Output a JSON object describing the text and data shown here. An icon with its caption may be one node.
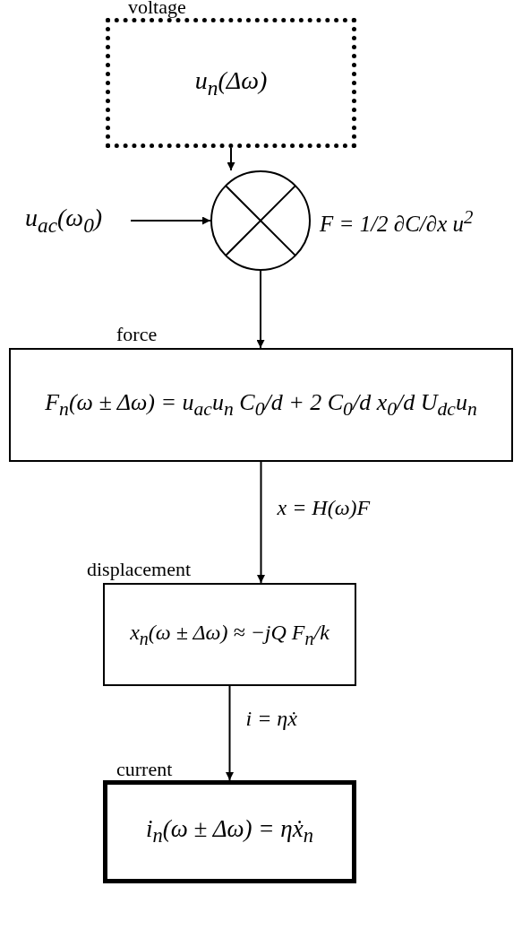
{
  "diagram": {
    "nodes": [
      {
        "text": [
          "voltage",
          "u$_{n}$(Δω)"
        ]
      },
      {
        "text": [],
        "shape": "circle",
        "beside": [
          "F = 1/2 ∂C/∂x u$^{2}$"
        ]
      },
      {
        "text": [
          "u$_{ac}$(ω$_{0}$)"
        ]
      },
      {
        "text": [
          "force",
          "F$_{n}$(ω ± Δω) = u$_{ac}$u$_{n}$ C$_{0}$/d + 2 C$_{0}$/d x$_{0}$/d U$_{dc}$u$_{n}$"
        ]
      },
      {
        "text": [
          "displacement",
          "x$_{n}$(ω ± Δω) ≈ −jQ F$_{n}$/k"
        ]
      },
      {
        "text": [
          "current",
          "i$_{n}$(ω ± Δω) = ηẋ$_{n}$"
        ]
      }
    ],
    "edges": [
      {
        "from": 0,
        "to": 1,
        "arrow": "to"
      },
      {
        "from": 2,
        "to": 1,
        "arrow": "to"
      },
      {
        "from": 1,
        "to": 3,
        "arrow": "to"
      },
      {
        "from": 3,
        "to": 4,
        "arrow": "to",
        "label": "x = H(ω)F"
      },
      {
        "from": 4,
        "to": 5,
        "arrow": "to",
        "label": "i = ηẋ"
      }
    ]
  }
}
